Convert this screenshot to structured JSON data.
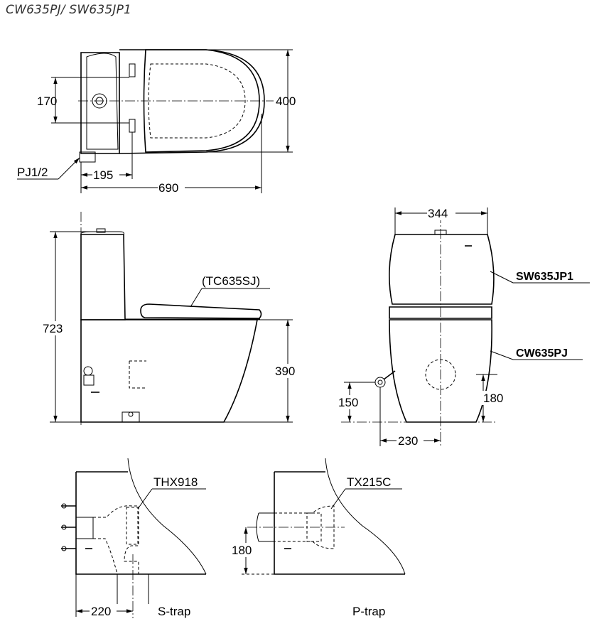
{
  "title": "CW635PJ/ SW635JP1",
  "top_view": {
    "dim_width": "170",
    "dim_height": "400",
    "dim_inlet": "195",
    "dim_length": "690",
    "inlet_label": "PJ1/2"
  },
  "side_view": {
    "dim_total_height": "723",
    "dim_seat_height": "390",
    "seat_label": "(TC635SJ)"
  },
  "front_view": {
    "dim_width": "344",
    "dim_outlet_height": "180",
    "dim_inlet_height": "150",
    "dim_inlet_offset": "230",
    "tank_label": "SW635JP1",
    "bowl_label": "CW635PJ"
  },
  "s_trap": {
    "part_label": "THX918",
    "dim_offset": "220",
    "caption": "S-trap"
  },
  "p_trap": {
    "part_label": "TX215C",
    "dim_height": "180",
    "caption": "P-trap"
  }
}
